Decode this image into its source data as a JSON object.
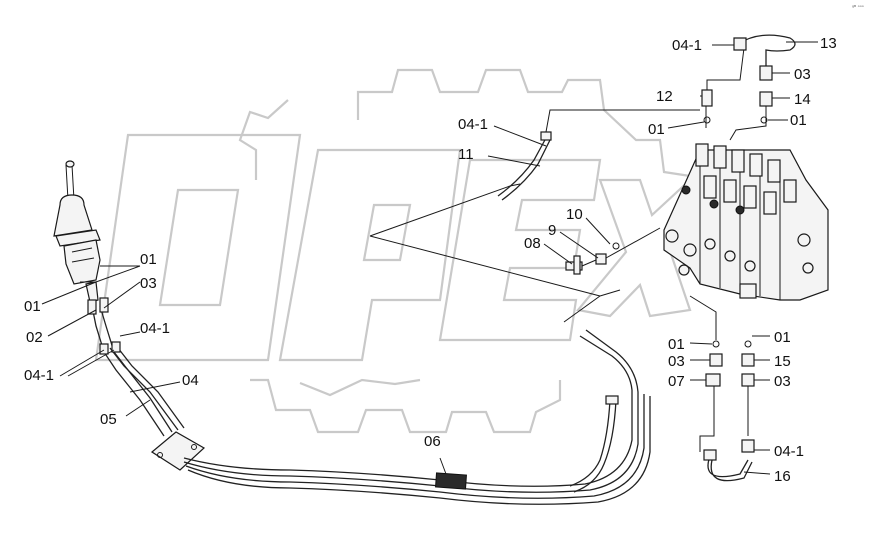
{
  "corner_note": "ᵍᴮ ᵒᵒᵒ",
  "watermark": {
    "brand": "OPEX"
  },
  "callouts": [
    {
      "id": "c-13",
      "label": "13"
    },
    {
      "id": "c-04-1-top",
      "label": "04-1"
    },
    {
      "id": "c-03-top",
      "label": "03"
    },
    {
      "id": "c-12",
      "label": "12"
    },
    {
      "id": "c-14",
      "label": "14"
    },
    {
      "id": "c-04-1-mid",
      "label": "04-1"
    },
    {
      "id": "c-01-mid-left",
      "label": "01"
    },
    {
      "id": "c-01-mid-right",
      "label": "01"
    },
    {
      "id": "c-11",
      "label": "11"
    },
    {
      "id": "c-10",
      "label": "10"
    },
    {
      "id": "c-9",
      "label": "9"
    },
    {
      "id": "c-08",
      "label": "08"
    },
    {
      "id": "c-01-left-a",
      "label": "01"
    },
    {
      "id": "c-03-left",
      "label": "03"
    },
    {
      "id": "c-01-left-b",
      "label": "01"
    },
    {
      "id": "c-02",
      "label": "02"
    },
    {
      "id": "c-04-1-left-r",
      "label": "04-1"
    },
    {
      "id": "c-04-1-left-l",
      "label": "04-1"
    },
    {
      "id": "c-04",
      "label": "04"
    },
    {
      "id": "c-05",
      "label": "05"
    },
    {
      "id": "c-06",
      "label": "06"
    },
    {
      "id": "c-01-low-left",
      "label": "01"
    },
    {
      "id": "c-03-low-left",
      "label": "03"
    },
    {
      "id": "c-07",
      "label": "07"
    },
    {
      "id": "c-01-low-right",
      "label": "01"
    },
    {
      "id": "c-15",
      "label": "15"
    },
    {
      "id": "c-03-low-right",
      "label": "03"
    },
    {
      "id": "c-04-1-low",
      "label": "04-1"
    },
    {
      "id": "c-16",
      "label": "16"
    }
  ],
  "icons": [
    "joystick-icon",
    "control-valve-block-icon",
    "fitting-icon",
    "hose-icon",
    "gear-watermark-icon"
  ]
}
